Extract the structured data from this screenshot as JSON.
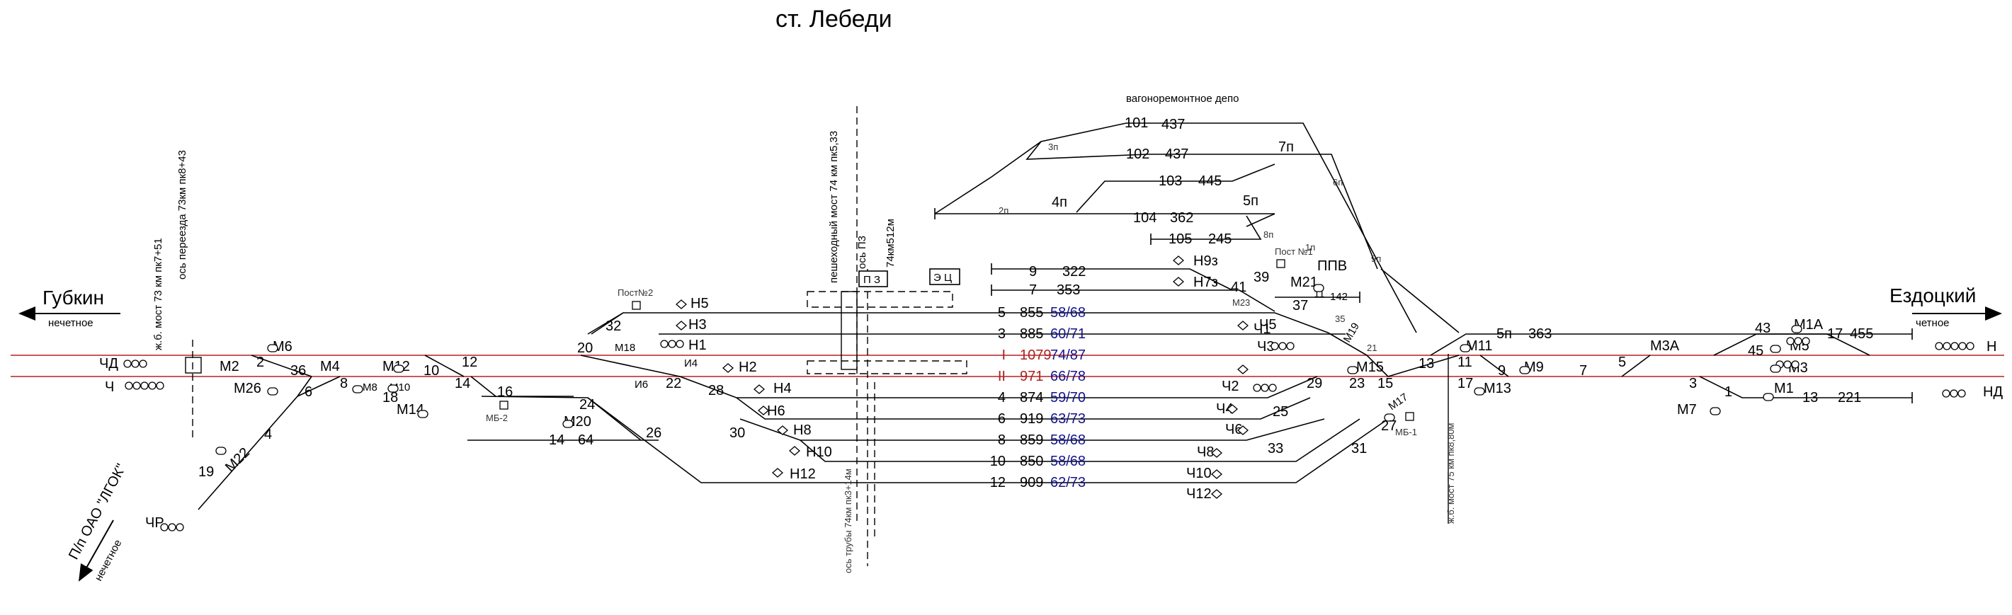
{
  "title": "ст. Лебеди",
  "depot": "вагоноремонтное депо",
  "directions": {
    "left_name": "Губкин",
    "left_sub": "нечетное",
    "right_name": "Ездоцкий",
    "right_sub": "четное",
    "lgok_name": "П/п ОАО \"ЛГОК\"",
    "lgok_sub": "нечетное"
  },
  "vertical_labels": {
    "bridge_left": "ж.б. мост 73 км пк7+51",
    "crossing_axis": "ось переезда 73км пк8+43",
    "footbridge": "пешеходный мост 74 км пк5,33",
    "axis_p3": "ось П3",
    "km_p3": "74км512м",
    "pipe_axis": "ось трубы  74км пк3+14м",
    "bridge_right": "ж.б. мост 75 км пк8,80м"
  },
  "buildings": {
    "p3": "П З",
    "ec": "Э Ц",
    "ppv": "ППВ"
  },
  "posts": {
    "post1": "Пост №1",
    "post2": "Пост№2",
    "mb1": "МБ-1",
    "mb2": "МБ-2"
  },
  "tracks": [
    {
      "track": "5",
      "length": "855",
      "capacity": "58/68"
    },
    {
      "track": "3",
      "length": "885",
      "capacity": "60/71"
    },
    {
      "track": "I",
      "length": "1079",
      "capacity": "74/87"
    },
    {
      "track": "II",
      "length": "971",
      "capacity": "66/78"
    },
    {
      "track": "4",
      "length": "874",
      "capacity": "59/70"
    },
    {
      "track": "6",
      "length": "919",
      "capacity": "63/73"
    },
    {
      "track": "8",
      "length": "859",
      "capacity": "58/68"
    },
    {
      "track": "10",
      "length": "850",
      "capacity": "58/68"
    },
    {
      "track": "12",
      "length": "909",
      "capacity": "62/73"
    }
  ],
  "depot_tracks": {
    "t101": "101",
    "t101_len": "437",
    "t102": "102",
    "t102_len": "437",
    "t103": "103",
    "t103_len": "445",
    "t104": "104",
    "t104_len": "362",
    "t105": "105",
    "t105_len": "245",
    "t9": "9",
    "t9_len": "322",
    "t7": "7",
    "t7_len": "353",
    "t11": "11",
    "t11_len": "142",
    "l3p": "3п",
    "l2p": "2п",
    "l4p": "4п",
    "l7p": "7п",
    "l5p": "5п",
    "l6p": "6п",
    "l8p": "8п",
    "l1p": "1п",
    "l9p": "9п",
    "l35": "35",
    "l21": "21"
  },
  "east_tracks": {
    "t5p": "5п",
    "t5p_len": "363",
    "t17": "17",
    "t17_len": "455",
    "t13": "13",
    "t13_len": "221"
  },
  "west_tracks": {
    "t14": "14",
    "t14_len": "64"
  },
  "signals": {
    "ChD": "ЧД",
    "Ch": "Ч",
    "ChR": "ЧР",
    "N": "Н",
    "ND": "НД",
    "M2": "М2",
    "M6": "М6",
    "M4": "М4",
    "M26": "М26",
    "M8": "М8",
    "M22": "М22",
    "M10": "М10",
    "M12": "М12",
    "M14": "М14",
    "M18": "М18",
    "M20": "М20",
    "I6": "И6",
    "I4": "И4",
    "H1": "Н1",
    "H2": "Н2",
    "H3": "Н3",
    "H4": "Н4",
    "H5": "Н5",
    "H6": "Н6",
    "H8": "Н8",
    "H10": "Н10",
    "H12": "Н12",
    "H9z": "Н9з",
    "H7z": "Н7з",
    "Ch1": "Ч1",
    "Ch2": "Ч2",
    "Ch3": "Ч3",
    "Ch4": "Ч4",
    "Ch5": "Ч5",
    "Ch6": "Ч6",
    "Ch8": "Ч8",
    "Ch10": "Ч10",
    "Ch12": "Ч12",
    "M11": "М11",
    "M13": "М13",
    "M15": "М15",
    "M17": "М17",
    "M19": "М19",
    "M21": "М21",
    "M23": "М23",
    "M9": "М9",
    "M3": "М3",
    "M3A": "М3А",
    "M5": "М5",
    "M1": "М1",
    "M1A": "М1А",
    "M7": "М7"
  },
  "switches": {
    "s2": "2",
    "s4": "4",
    "s6": "6",
    "s8": "8",
    "s10": "10",
    "s12": "12",
    "s14": "14",
    "s16": "16",
    "s18": "18",
    "s19": "19",
    "s20": "20",
    "s22": "22",
    "s24": "24",
    "s26": "26",
    "s28": "28",
    "s30": "30",
    "s32": "32",
    "s36": "36",
    "s37": "37",
    "s39": "39",
    "s41": "41",
    "s25": "25",
    "s27": "27",
    "s29": "29",
    "s23": "23",
    "s33": "33",
    "s31": "31",
    "s13": "13",
    "s15": "15",
    "s17": "17",
    "s11": "11",
    "s9": "9",
    "s7": "7",
    "s5": "5",
    "s3": "3",
    "s1": "1",
    "s43": "43",
    "s45": "45"
  }
}
